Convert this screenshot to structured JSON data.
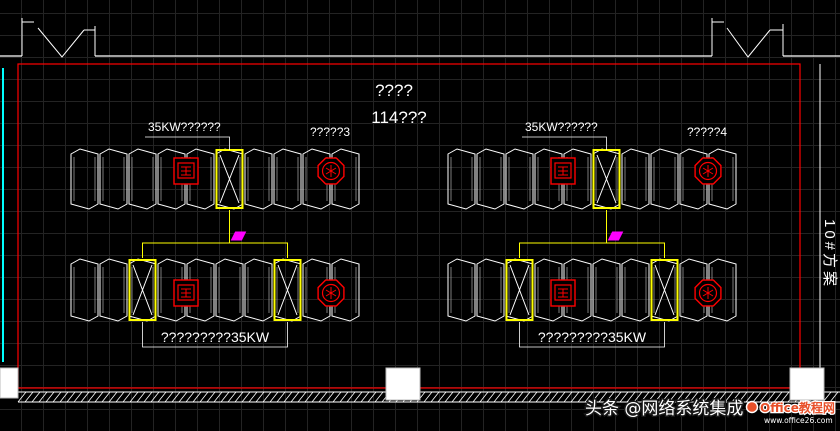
{
  "drawing": {
    "title_line1": "????",
    "title_line2": "114???",
    "side_label": "10#方案",
    "show_grid": true
  },
  "groups": [
    {
      "top_label": "35KW??????",
      "unit_label": "?????3",
      "bottom_label": "?????????35KW",
      "rows": [
        {
          "racks": [
            "rack-icon",
            "rack-icon",
            "rack-icon",
            "rack-icon",
            "rack-icon",
            "highlighted-rack-icon",
            "rack-icon",
            "rack-icon",
            "rack-icon",
            "rack-icon"
          ],
          "markers": [
            {
              "rack": 4,
              "icon": "square-equipment-icon"
            },
            {
              "rack": 9,
              "icon": "octagon-equipment-icon"
            }
          ]
        },
        {
          "racks": [
            "rack-icon",
            "rack-icon",
            "highlighted-rack-icon",
            "rack-icon",
            "rack-icon",
            "rack-icon",
            "rack-icon",
            "highlighted-rack-icon",
            "rack-icon",
            "rack-icon"
          ],
          "markers": [
            {
              "rack": 4,
              "icon": "square-equipment-icon"
            },
            {
              "rack": 9,
              "icon": "octagon-equipment-icon"
            }
          ]
        }
      ]
    },
    {
      "top_label": "35KW??????",
      "unit_label": "?????4",
      "bottom_label": "?????????35KW",
      "rows": [
        {
          "racks": [
            "rack-icon",
            "rack-icon",
            "rack-icon",
            "rack-icon",
            "rack-icon",
            "highlighted-rack-icon",
            "rack-icon",
            "rack-icon",
            "rack-icon",
            "rack-icon"
          ],
          "markers": [
            {
              "rack": 4,
              "icon": "square-equipment-icon"
            },
            {
              "rack": 9,
              "icon": "octagon-equipment-icon"
            }
          ]
        },
        {
          "racks": [
            "rack-icon",
            "rack-icon",
            "highlighted-rack-icon",
            "rack-icon",
            "rack-icon",
            "rack-icon",
            "rack-icon",
            "highlighted-rack-icon",
            "rack-icon",
            "rack-icon"
          ],
          "markers": [
            {
              "rack": 4,
              "icon": "square-equipment-icon"
            },
            {
              "rack": 9,
              "icon": "octagon-equipment-icon"
            }
          ]
        }
      ]
    }
  ],
  "watermark": {
    "text": "头条 @网络系统集成"
  },
  "logo": {
    "name": "Office教程网",
    "url": "www.office26.com",
    "icon": "office-logo-icon"
  },
  "colors": {
    "background": "#000000",
    "wall": "#ffffff",
    "room_boundary": "#ff0000",
    "edge_line": "#00ffff",
    "rack": "#ffffff",
    "rack_inner": "#9a9a9a",
    "highlight": "#ffff00",
    "equipment": "#ff0000",
    "tag": "#ff00ff",
    "column": "#ffffff",
    "logo": "#e8502a"
  }
}
